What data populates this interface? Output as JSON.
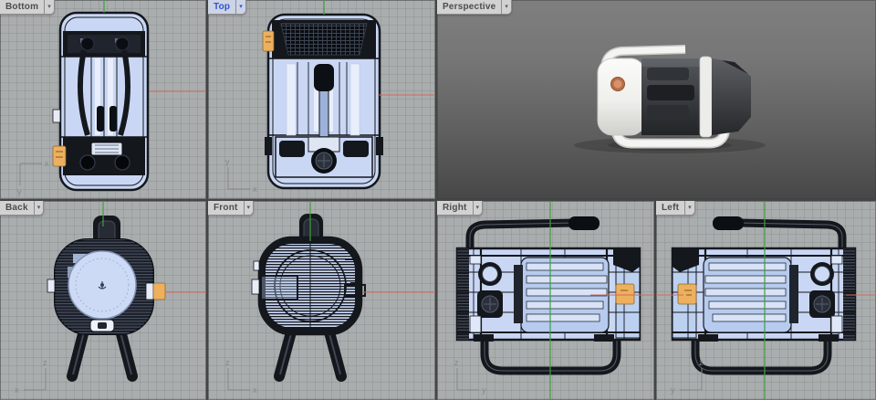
{
  "icons": {
    "chevron_down": "▾"
  },
  "colors": {
    "viewport_bg": "#aaadae",
    "grid_line": "#9b9ea0",
    "wireframe": "#14171c",
    "selection_fill": "#c9d7f4",
    "axis_red": "#cd6a5c",
    "axis_green": "#3f9e3f",
    "accent_orange": "#eeb05e",
    "tab_bg": "#d2d2d2",
    "tab_border": "#8d8d8d",
    "tab_text": "#4c4c4c",
    "active_tab_bg": "#ccd4e6",
    "active_tab_text": "#2f55cf",
    "gizmo": "#85888a",
    "render_body_white": "#f2f2f0",
    "render_button_orange": "#d2845a"
  },
  "viewports": {
    "bottom": {
      "label": "Bottom",
      "active": false,
      "axis_h": "x",
      "axis_v": "y"
    },
    "top": {
      "label": "Top",
      "active": true,
      "axis_h": "x",
      "axis_v": "y"
    },
    "perspective": {
      "label": "Perspective",
      "active": false
    },
    "back": {
      "label": "Back",
      "active": false,
      "axis_h": "x",
      "axis_v": "z"
    },
    "front": {
      "label": "Front",
      "active": false,
      "axis_h": "x",
      "axis_v": "z"
    },
    "right": {
      "label": "Right",
      "active": false,
      "axis_h": "y",
      "axis_v": "z"
    },
    "left": {
      "label": "Left",
      "active": false,
      "axis_h": "y",
      "axis_v": "z"
    }
  }
}
